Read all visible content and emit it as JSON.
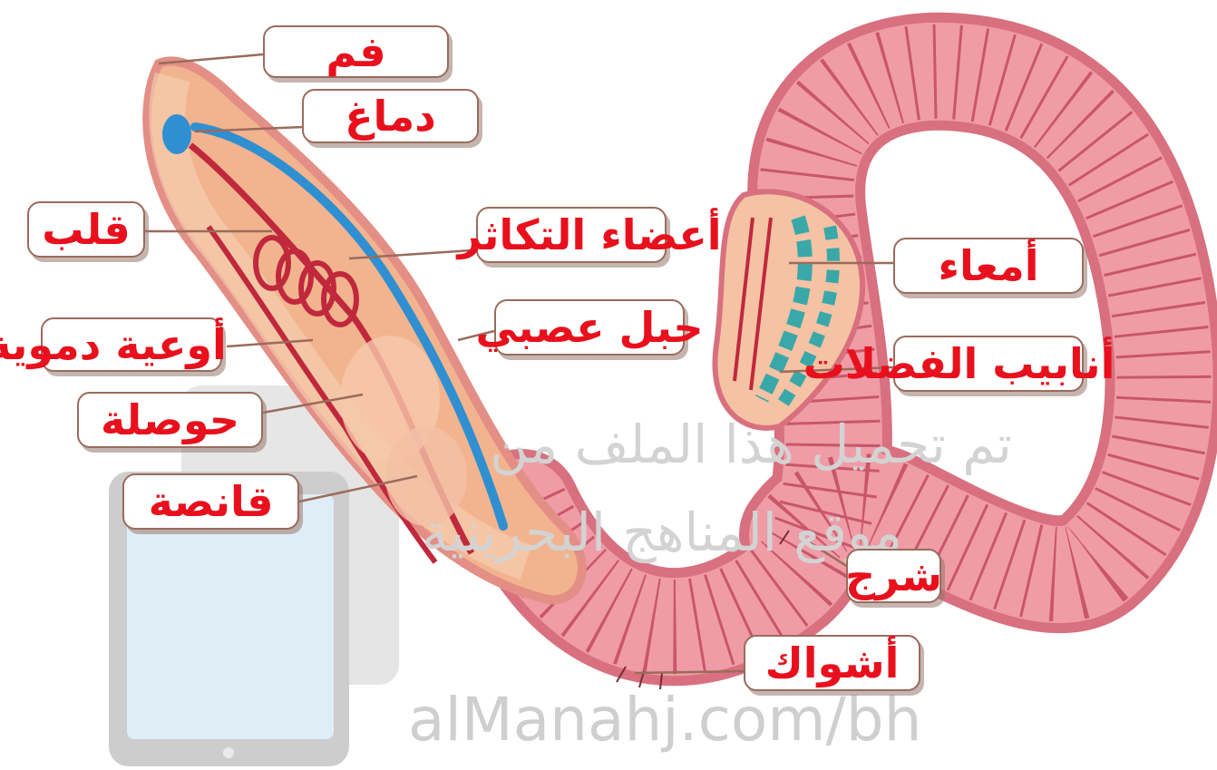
{
  "labels": {
    "mouth": "فم",
    "brain": "دماغ",
    "heart": "قلب",
    "reproductive_organs": "أعضاء التكاثر",
    "intestine": "أمعاء",
    "blood_vessels": "أوعية دموية",
    "nerve_cord": "حبل عصبي",
    "excretory_tubes": "أنابيب الفضلات",
    "crop": "حوصلة",
    "gizzard": "قانصة",
    "anus": "شرج",
    "setae": "أشواك"
  },
  "watermark": {
    "line1": "تم تحميل هذا الملف من",
    "line2": "موقع المناهج البحرينية",
    "site": "alManahj.com/bh"
  },
  "colors": {
    "label_text": "#e8101c",
    "worm_body": "#e9919b",
    "worm_inner": "#f4c3a0",
    "blood_vessel": "#c0283c",
    "nerve": "#2f8fd0",
    "intestine": "#3aa8a8"
  }
}
